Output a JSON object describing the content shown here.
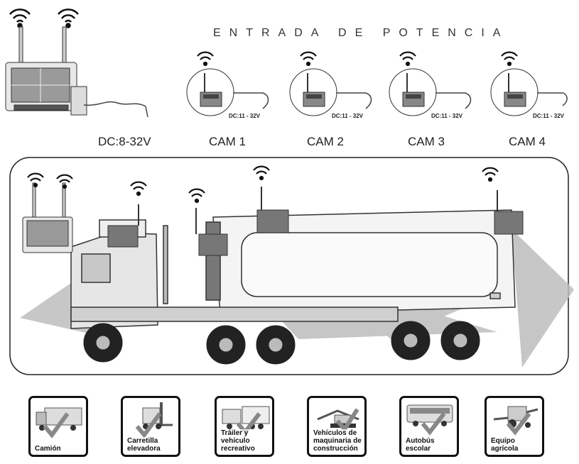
{
  "header": {
    "title": "ENTRADA DE POTENCIA"
  },
  "monitor": {
    "power_label": "DC:8-32V"
  },
  "cameras": [
    {
      "name": "CAM 1",
      "power": "DC:11 - 32V"
    },
    {
      "name": "CAM 2",
      "power": "DC:11 - 32V"
    },
    {
      "name": "CAM 3",
      "power": "DC:11 - 32V"
    },
    {
      "name": "CAM 4",
      "power": "DC:11 - 32V"
    }
  ],
  "applications": [
    {
      "label": "Camión",
      "icon": "truck-icon"
    },
    {
      "label": "Carretilla elevadora",
      "icon": "forklift-icon"
    },
    {
      "label": "Tráiler y vehículo recreativo",
      "icon": "trailer-icon"
    },
    {
      "label": "Vehículos de maquinaria de construcción",
      "icon": "excavator-icon"
    },
    {
      "label": "Autobús escolar",
      "icon": "bus-icon"
    },
    {
      "label": "Equipo agrícola",
      "icon": "harvester-icon"
    }
  ],
  "colors": {
    "outline": "#111111",
    "coverage": "#bdbdbd",
    "check": "#888888"
  }
}
